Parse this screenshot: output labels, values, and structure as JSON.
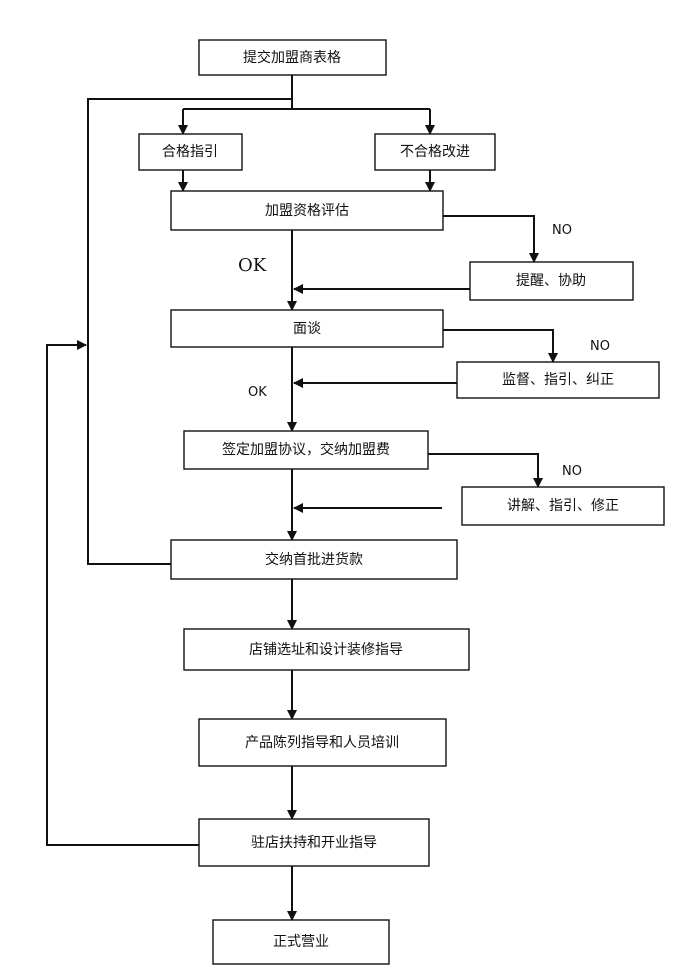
{
  "nodes": {
    "submit": "提交加盟商表格",
    "qualified": "合格指引",
    "unqualified": "不合格改进",
    "evaluate": "加盟资格评估",
    "remind": "提醒、协助",
    "interview": "面谈",
    "supervise": "监督、指引、纠正",
    "sign": "签定加盟协议，交纳加盟费",
    "explain": "讲解、指引、修正",
    "payment": "交纳首批进货款",
    "store_guide": "店铺选址和设计装修指导",
    "display_training": "产品陈列指导和人员培训",
    "onsite_opening": "驻店扶持和开业指导",
    "formal_business": "正式营业"
  },
  "labels": {
    "ok_1": "OK",
    "ok_2": "OK",
    "no_1": "NO",
    "no_2": "NO",
    "no_3": "NO"
  }
}
